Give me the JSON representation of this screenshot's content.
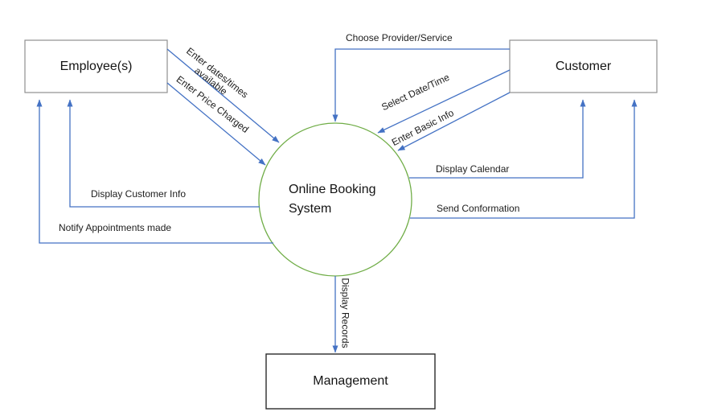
{
  "colors": {
    "arrow": "#4472C4",
    "process_stroke": "#70AD47",
    "entity_stroke": "#909090",
    "management_stroke": "#2b2b2b"
  },
  "nodes": {
    "employee": {
      "label": "Employee(s)",
      "type": "external entity"
    },
    "customer": {
      "label": "Customer",
      "type": "external entity"
    },
    "management": {
      "label": "Management",
      "type": "external entity"
    },
    "process": {
      "label": "Online Booking System",
      "lines": [
        "Online Booking",
        "System"
      ],
      "type": "process"
    }
  },
  "edges": {
    "enter_dates": {
      "label": "Enter dates/times available",
      "lines": [
        "Enter dates/times",
        "available"
      ],
      "from": "Employee(s)",
      "to": "Online Booking System"
    },
    "enter_price": {
      "label": "Enter Price Charged",
      "from": "Employee(s)",
      "to": "Online Booking System"
    },
    "choose_provider": {
      "label": "Choose Provider/Service",
      "from": "Customer",
      "to": "Online Booking System"
    },
    "select_date": {
      "label": "Select Date/Time",
      "from": "Customer",
      "to": "Online Booking System"
    },
    "enter_basic": {
      "label": "Enter Basic Info",
      "from": "Customer",
      "to": "Online Booking System"
    },
    "display_calendar": {
      "label": "Display Calendar",
      "from": "Online Booking System",
      "to": "Customer"
    },
    "send_conformation": {
      "label": "Send Conformation",
      "from": "Online Booking System",
      "to": "Customer"
    },
    "display_customer": {
      "label": "Display Customer Info",
      "from": "Online Booking System",
      "to": "Employee(s)"
    },
    "notify_appointments": {
      "label": "Notify Appointments made",
      "from": "Online Booking System",
      "to": "Employee(s)"
    },
    "display_records": {
      "label": "Display Records",
      "from": "Online Booking System",
      "to": "Management"
    }
  }
}
